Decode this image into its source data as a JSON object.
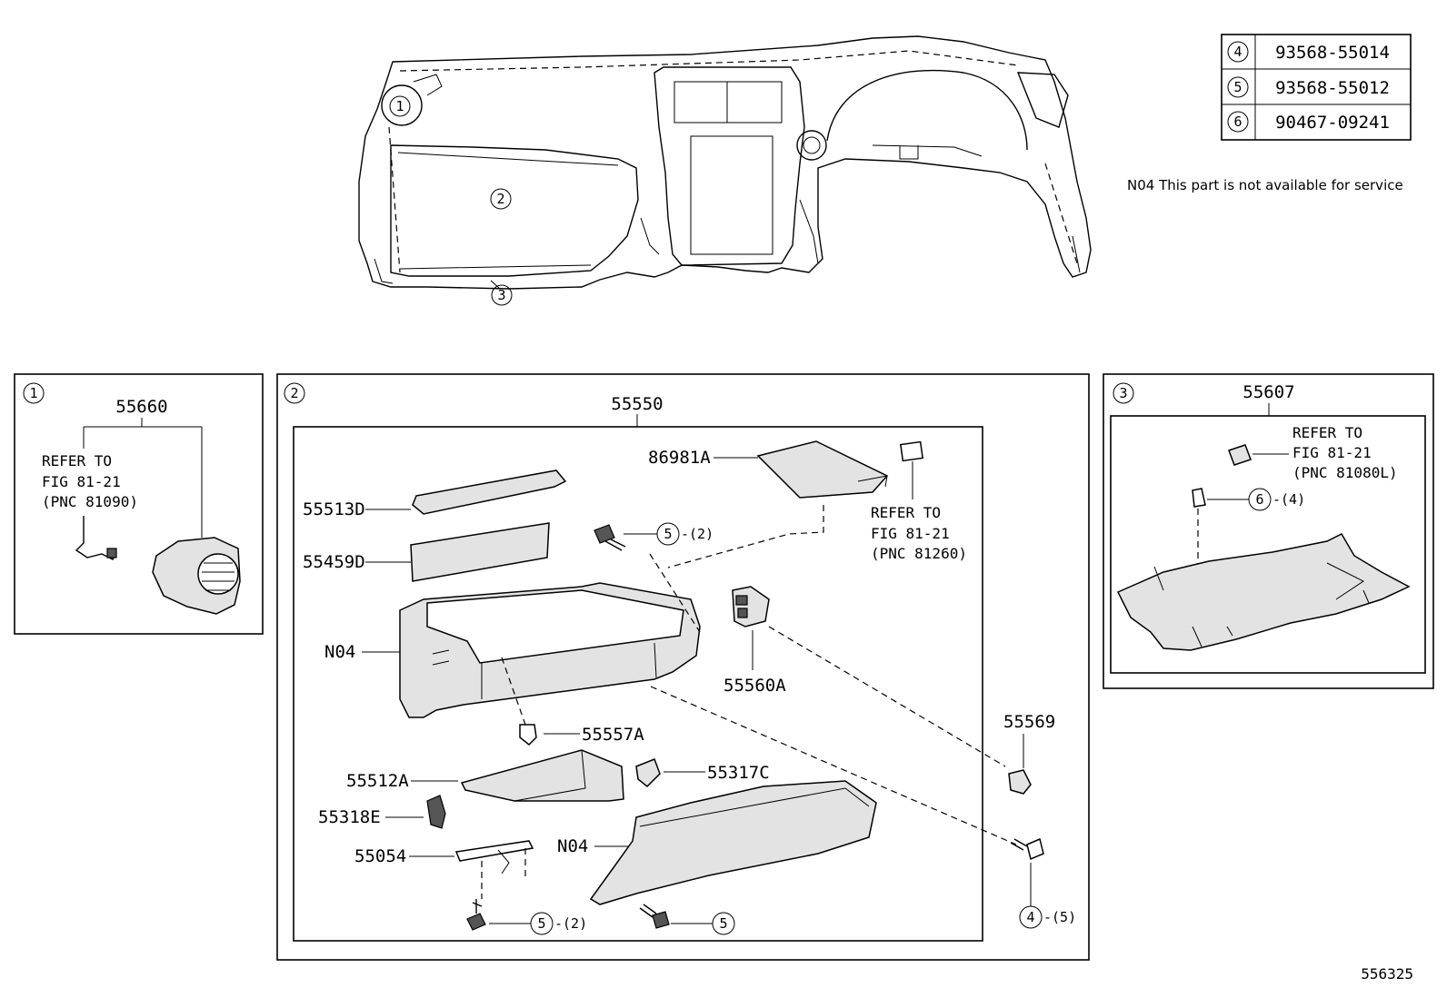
{
  "fastener_table": [
    {
      "callout": "4",
      "part_no": "93568-55014"
    },
    {
      "callout": "5",
      "part_no": "93568-55012"
    },
    {
      "callout": "6",
      "part_no": "90467-09241"
    }
  ],
  "note": "N04 This part is not available for service",
  "overview_callouts": [
    "1",
    "2",
    "3"
  ],
  "panel1": {
    "callout": "1",
    "part_no": "55660",
    "ref_lines": [
      "REFER TO",
      "FIG 81-21",
      "(PNC 81090)"
    ]
  },
  "panel2": {
    "callout": "2",
    "part_no": "55550",
    "labels": {
      "p86981A": "86981A",
      "p55513D": "55513D",
      "p55459D": "55459D",
      "n04_box": "N04",
      "p55560A": "55560A",
      "p55557A": "55557A",
      "p55569": "55569",
      "p55512A": "55512A",
      "p55317C": "55317C",
      "p55318E": "55318E",
      "p55054": "55054",
      "n04_door": "N04"
    },
    "ref_lines": [
      "REFER TO",
      "FIG 81-21",
      "(PNC 81260)"
    ],
    "screws": [
      {
        "callout": "5",
        "qty": "-(2)"
      },
      {
        "callout": "5",
        "qty": "-(2)"
      },
      {
        "callout": "5",
        "qty": ""
      },
      {
        "callout": "4",
        "qty": "-(5)"
      }
    ]
  },
  "panel3": {
    "callout": "3",
    "part_no": "55607",
    "ref_lines": [
      "REFER TO",
      "FIG 81-21",
      "(PNC 81080L)"
    ],
    "clip": {
      "callout": "6",
      "qty": "-(4)"
    }
  },
  "illustration_no": "556325"
}
